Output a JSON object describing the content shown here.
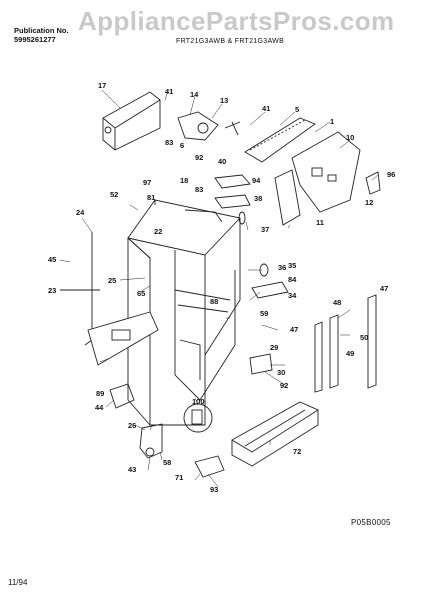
{
  "header": {
    "pub_label": "Publication No.",
    "pub_number": "5995261277",
    "models": "FRT21G3AWB & FRT21G3AWB"
  },
  "watermark": "AppliancePartsPros.com",
  "footer": {
    "code": "P05B0005",
    "date": "11/94"
  },
  "parts": [
    "17",
    "41",
    "14",
    "13",
    "41",
    "5",
    "1",
    "10",
    "83",
    "6",
    "40",
    "92",
    "96",
    "18",
    "83",
    "94",
    "97",
    "81",
    "52",
    "24",
    "38",
    "12",
    "11",
    "37",
    "45",
    "22",
    "36",
    "25",
    "65",
    "84",
    "23",
    "88",
    "35",
    "34",
    "59",
    "48",
    "47",
    "89",
    "29",
    "30",
    "92",
    "44",
    "47",
    "49",
    "50",
    "100",
    "26",
    "72",
    "43",
    "58",
    "93",
    "71"
  ]
}
